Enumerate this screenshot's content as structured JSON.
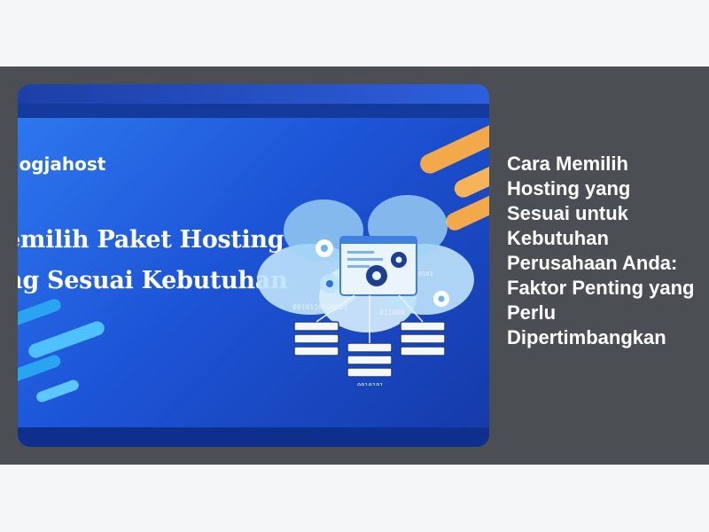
{
  "thumbnail": {
    "brand_text": "Jogjahost",
    "headline_line1": "emilih Paket Hosting",
    "headline_line2": "ng Sesuai Kebutuhan",
    "binary_left": "0010110000101",
    "binary_right": "011000",
    "binary_top": "0101",
    "binary_bottom": "0010101"
  },
  "article": {
    "title": "Cara Memilih Hosting yang Sesuai untuk Kebutuhan Perusahaan Anda: Faktor Penting yang Perlu Dipertimbangkan"
  },
  "colors": {
    "page_bg": "#f5f6f7",
    "band_bg": "#4b4f54",
    "thumb_blue": "#1d55d8",
    "accent_orange": "#f2a94a",
    "light_blue": "#9fd3f5"
  }
}
